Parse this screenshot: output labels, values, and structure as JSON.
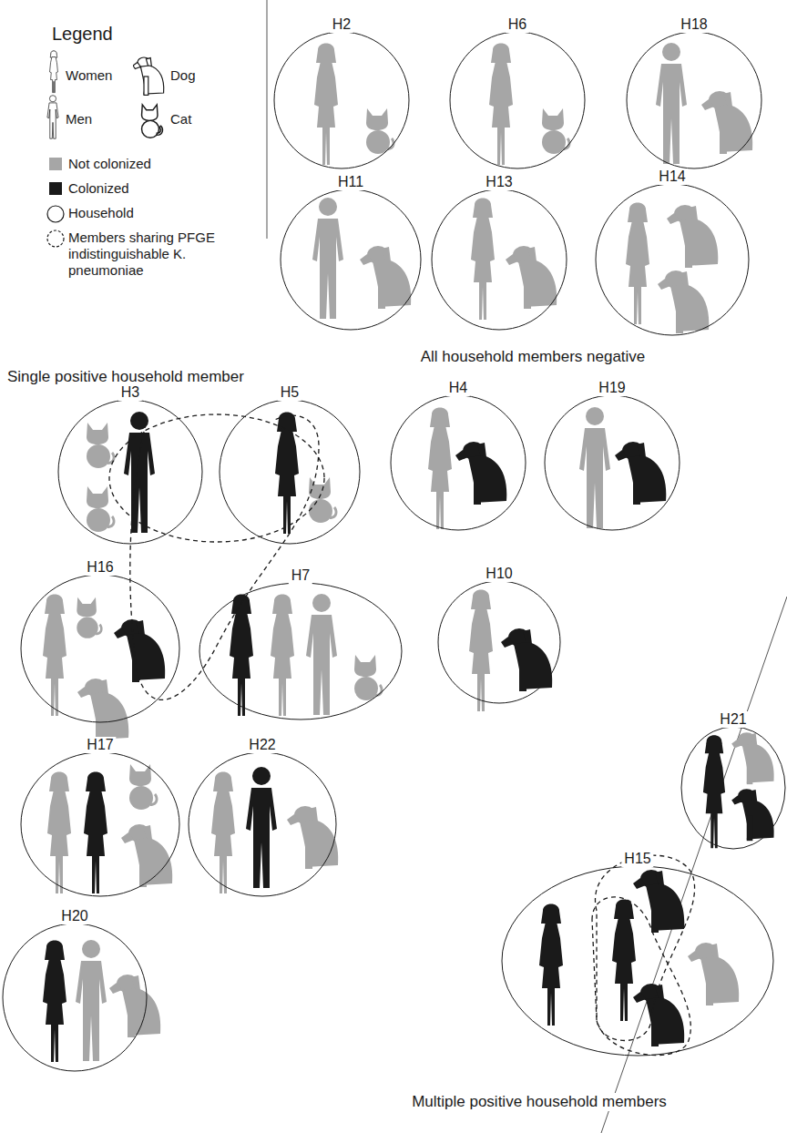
{
  "diagram": {
    "nodes": [
      {
        "text": [
          "H2"
        ]
      },
      {
        "text": [
          "H6"
        ]
      },
      {
        "text": [
          "H18"
        ]
      },
      {
        "text": [
          "H11"
        ]
      },
      {
        "text": [
          "H13"
        ]
      },
      {
        "text": [
          "H14"
        ]
      },
      {
        "text": [
          "H3"
        ]
      },
      {
        "text": [
          "H5"
        ]
      },
      {
        "text": [
          "H4"
        ]
      },
      {
        "text": [
          "H19"
        ]
      },
      {
        "text": [
          "H16"
        ]
      },
      {
        "text": [
          "H7"
        ]
      },
      {
        "text": [
          "H10"
        ]
      },
      {
        "text": [
          "H21"
        ]
      },
      {
        "text": [
          "H17"
        ]
      },
      {
        "text": [
          "H22"
        ]
      },
      {
        "text": [
          "H15"
        ]
      },
      {
        "text": [
          "H20"
        ]
      }
    ],
    "labels": [
      "Legend",
      "All household members negative",
      "Single positive household member",
      "Multiple positive household members"
    ],
    "legend": [
      {
        "text": "Women"
      },
      {
        "text": "Dog"
      },
      {
        "text": "Men"
      },
      {
        "text": "Cat"
      },
      {
        "text": "Not colonized",
        "color": "#a6a6a6"
      },
      {
        "text": "Colonized",
        "color": "#1a1a1a"
      },
      {
        "text": "Household"
      },
      {
        "text": "Members sharing PFGE indistinguishable K. pneumoniae"
      }
    ]
  }
}
